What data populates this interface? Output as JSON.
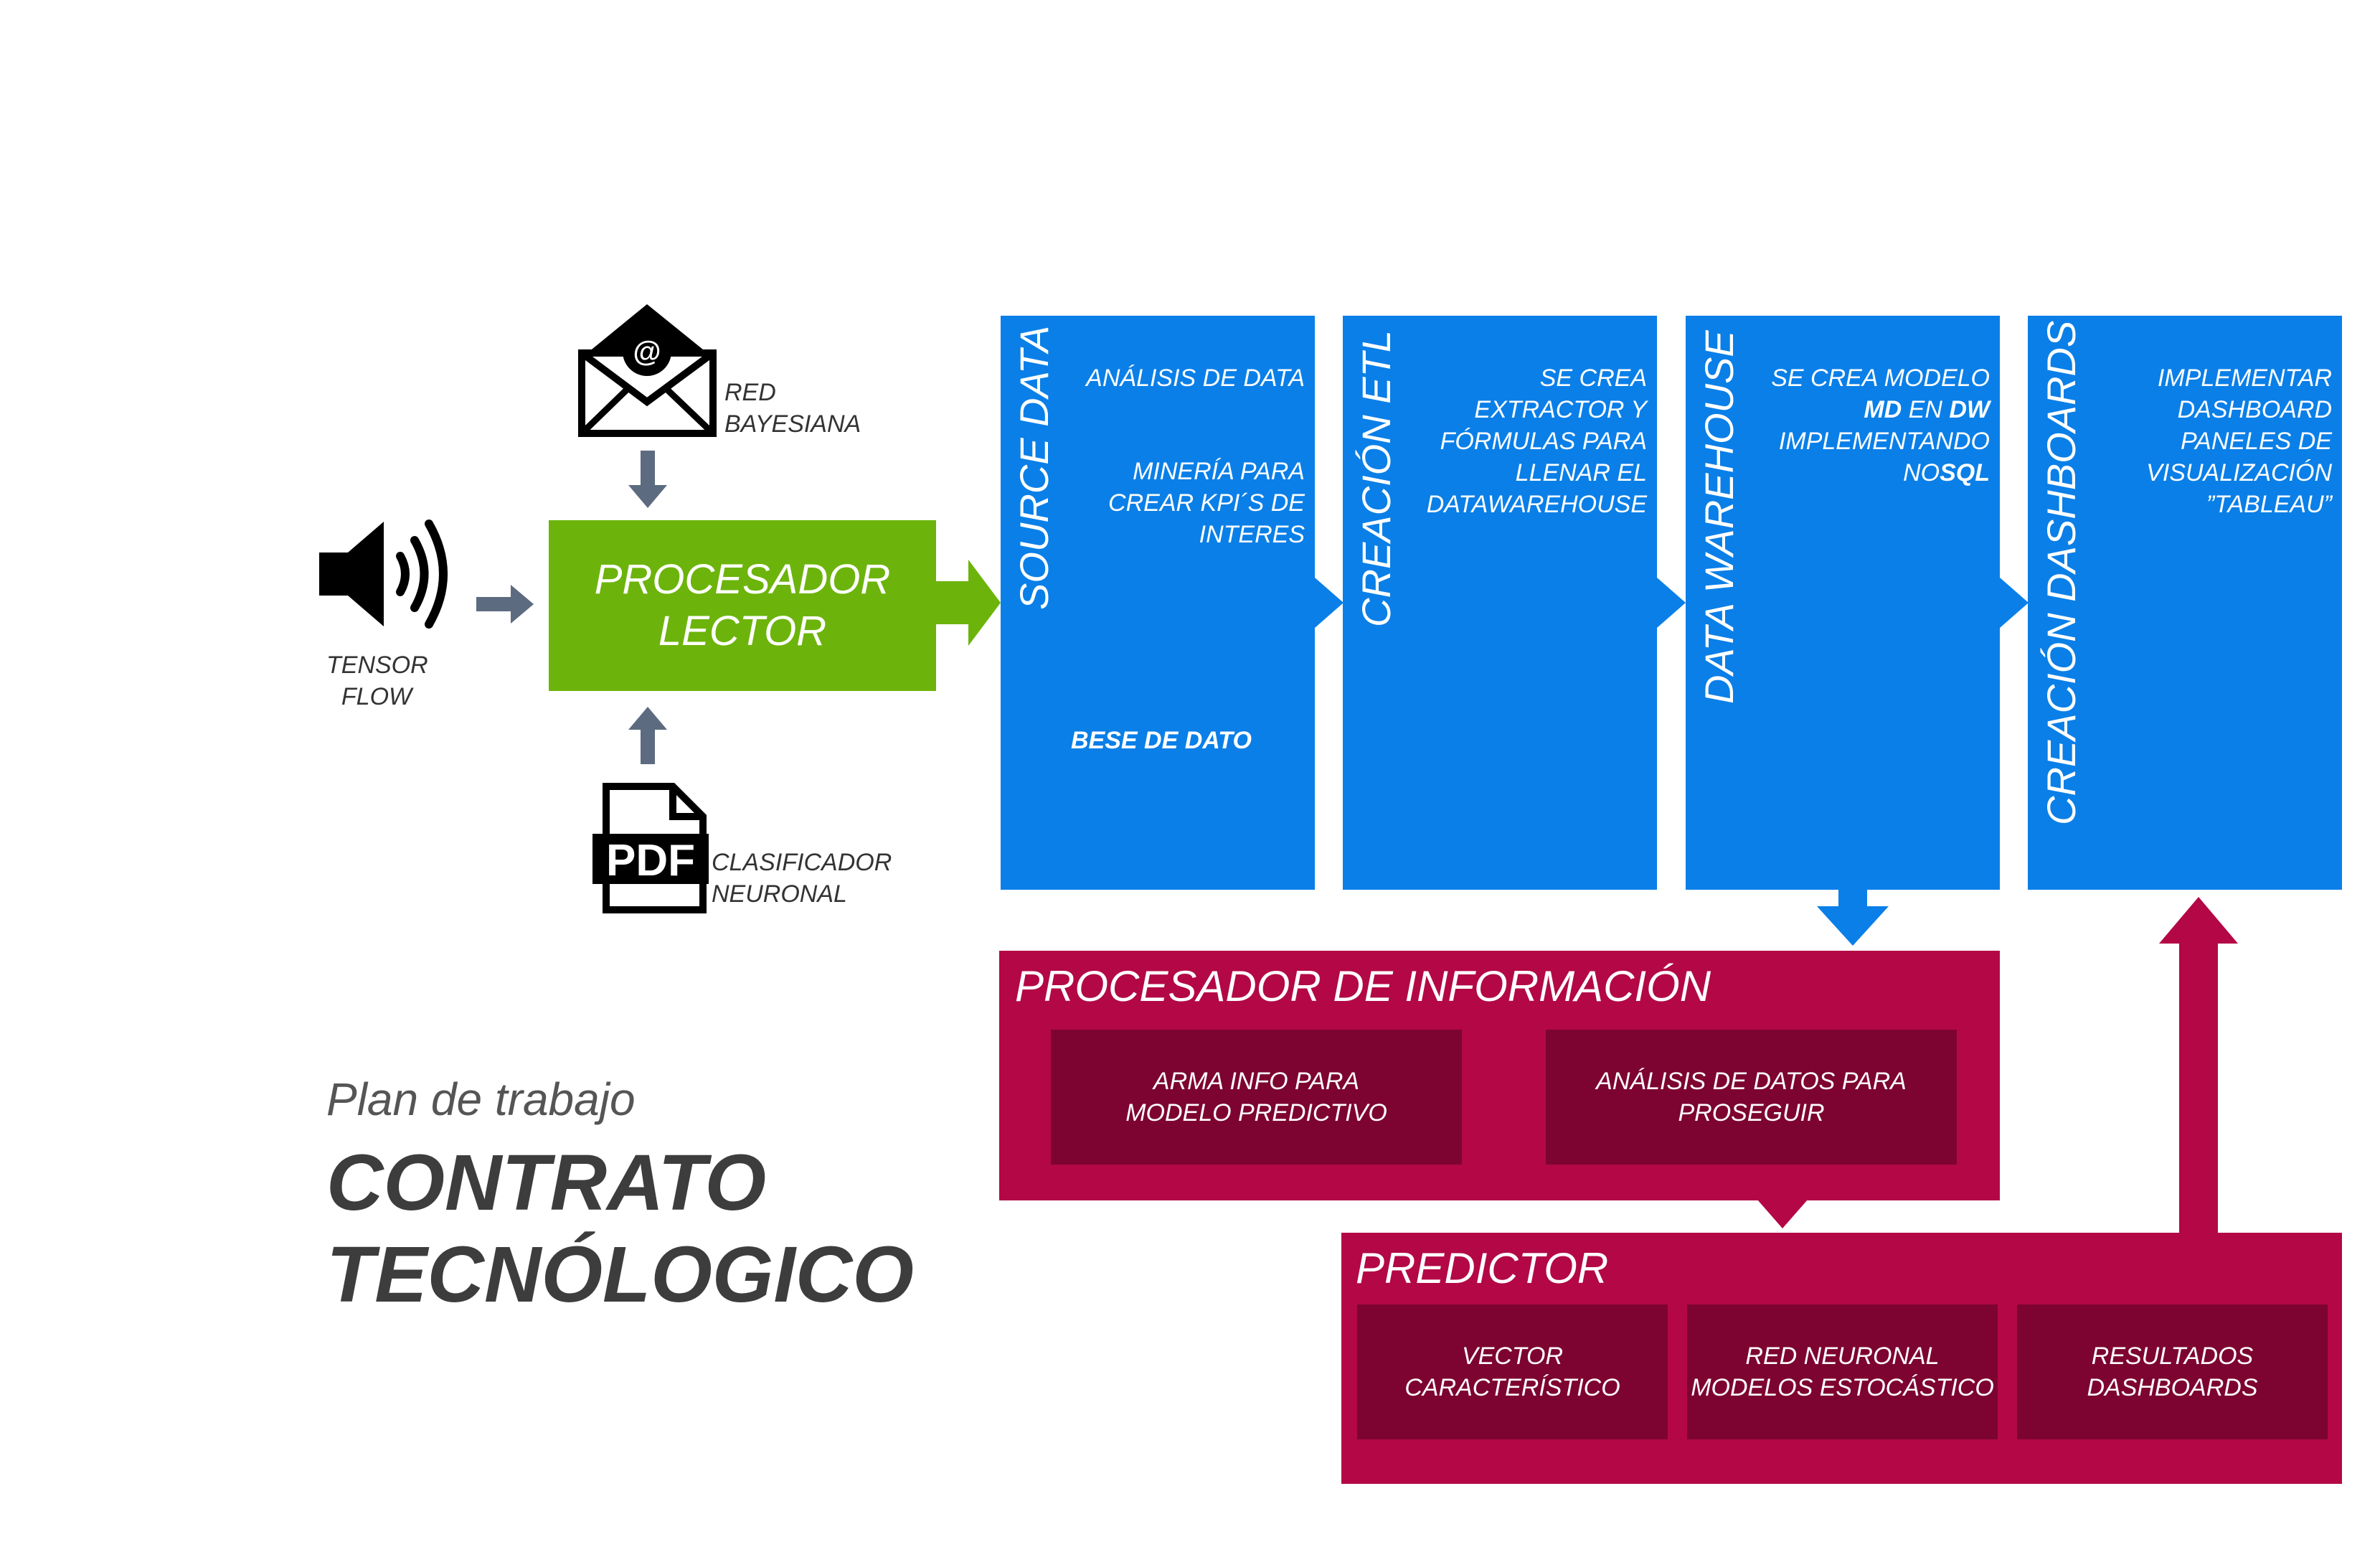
{
  "inputs": {
    "tensor_flow": {
      "line1": "TENSOR",
      "line2": "FLOW"
    },
    "red_bayesiana": {
      "line1": "RED",
      "line2": "BAYESIANA"
    },
    "clasificador": {
      "line1": "CLASIFICADOR",
      "line2": "NEURONAL"
    },
    "pdf_badge": "PDF",
    "email_symbol": "@"
  },
  "procesador_lector": {
    "line1": "PROCESADOR",
    "line2": "LECTOR"
  },
  "source_data": {
    "title": "SOURCE DATA",
    "text1": "ANÁLISIS DE DATA",
    "text2_l1": "MINERÍA PARA",
    "text2_l2": "CREAR KPI´S DE",
    "text2_l3": "INTERES",
    "bottom": "BESE DE DATO"
  },
  "creacion_etl": {
    "title": "CREACIÓN ETL",
    "l1": "SE CREA",
    "l2": "EXTRACTOR Y",
    "l3": "FÓRMULAS PARA",
    "l4": "LLENAR EL",
    "l5": "DATAWAREHOUSE"
  },
  "data_warehouse": {
    "title": "DATA WAREHOUSE",
    "l1": "SE CREA MODELO",
    "l2_bold1": "MD",
    "l2_mid": " EN ",
    "l2_bold2": "DW",
    "l3": "IMPLEMENTANDO",
    "l4_pre": "NO",
    "l4_bold": "SQL"
  },
  "creacion_dashboards": {
    "title": "CREACIÓN DASHBOARDS",
    "l1": "IMPLEMENTAR",
    "l2": "DASHBOARD",
    "l3": "PANELES DE",
    "l4": "VISUALIZACIÓN",
    "l5": "”TABLEAU”"
  },
  "procesador_info": {
    "title": "PROCESADOR DE INFORMACIÓN",
    "box1_l1": "ARMA INFO PARA",
    "box1_l2": "MODELO PREDICTIVO",
    "box2_l1": "ANÁLISIS DE DATOS PARA",
    "box2_l2": "PROSEGUIR"
  },
  "predictor": {
    "title": "PREDICTOR",
    "box1_l1": "VECTOR",
    "box1_l2": "CARACTERÍSTICO",
    "box2_l1": "RED NEURONAL",
    "box2_l2": "MODELOS ESTOCÁSTICO",
    "box3_l1": "RESULTADOS",
    "box3_l2": "DASHBOARDS"
  },
  "plan": {
    "subtitle": "Plan de trabajo",
    "title_l1": "CONTRATO",
    "title_l2": "TECNÓLOGICO"
  },
  "colors": {
    "blue": "#0a7fe8",
    "green": "#6cb40b",
    "crimson": "#b30845",
    "dark_red": "#7d0430",
    "gray_arrow": "#5c6b80"
  }
}
